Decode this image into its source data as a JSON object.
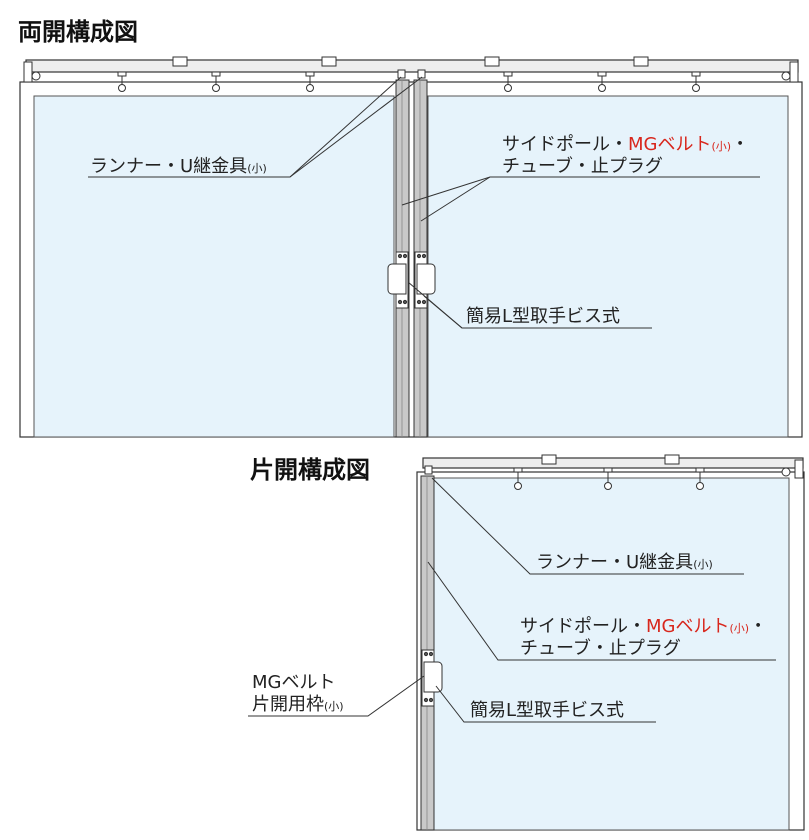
{
  "double": {
    "title": "両開構成図",
    "label_runner": "ランナー・U継金具",
    "label_runner_small": "(小)",
    "label_pole_a": "サイドポール・",
    "label_pole_mg": "MGベルト",
    "label_pole_small": "(小)",
    "label_pole_dot": "・",
    "label_pole_line2": "チューブ・止プラグ",
    "label_handle": "簡易L型取手ビス式"
  },
  "single": {
    "title": "片開構成図",
    "label_runner": "ランナー・U継金具",
    "label_runner_small": "(小)",
    "label_pole_a": "サイドポール・",
    "label_pole_mg": "MGベルト",
    "label_pole_small": "(小)",
    "label_pole_dot": "・",
    "label_pole_line2": "チューブ・止プラグ",
    "label_frame_line1": "MGベルト",
    "label_frame_line2": "片開用枠",
    "label_frame_small": "(小)",
    "label_handle": "簡易L型取手ビス式"
  },
  "colors": {
    "panel": "#e6f3fb",
    "rail": "#eeeeee",
    "pole": "#c9c9c9",
    "stroke": "#333333",
    "accent_red": "#d8261c"
  }
}
